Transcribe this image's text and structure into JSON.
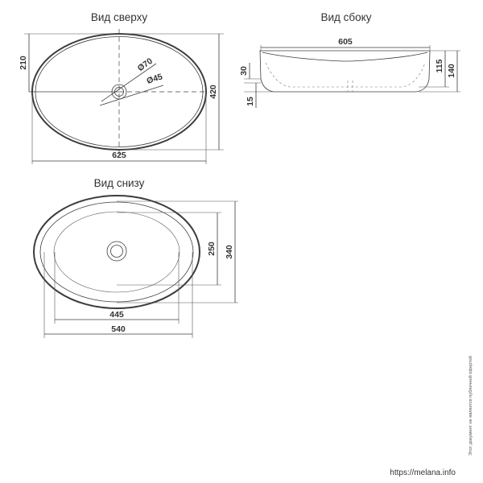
{
  "views": {
    "top": {
      "title": "Вид сверху",
      "dims": {
        "width": "625",
        "depth": "420",
        "half_depth": "210",
        "outer_drain": "Ø70",
        "inner_drain": "Ø45"
      }
    },
    "side": {
      "title": "Вид сбоку",
      "dims": {
        "length": "605",
        "inner_height": "115",
        "total_height": "140",
        "rim": "30",
        "base": "15"
      }
    },
    "bottom": {
      "title": "Вид снизу",
      "dims": {
        "inner_width": "445",
        "outer_width": "540",
        "inner_depth": "250",
        "outer_depth": "340"
      }
    }
  },
  "disclaimer": "Этот документ не является публичной офертой",
  "website": "https://melana.info"
}
